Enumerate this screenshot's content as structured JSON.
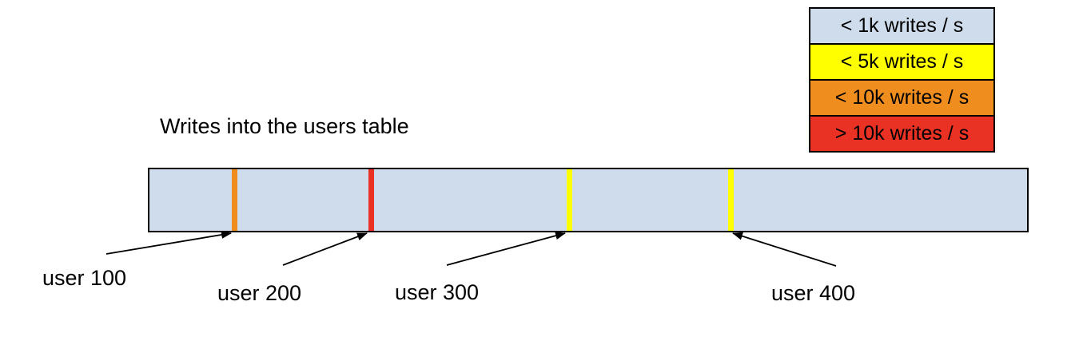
{
  "title": "Writes into the users table",
  "legend": {
    "items": [
      {
        "label": "< 1k writes / s",
        "color": "#cfdcec"
      },
      {
        "label": "< 5k writes / s",
        "color": "#ffff00"
      },
      {
        "label": "< 10k writes / s",
        "color": "#ef8d1f"
      },
      {
        "label": "> 10k writes / s",
        "color": "#e93223"
      }
    ]
  },
  "bar": {
    "fill": "#cfdcec",
    "border_color": "#000000",
    "markers": [
      {
        "user": "user 100",
        "color": "#ef8d1f"
      },
      {
        "user": "user 200",
        "color": "#e93223"
      },
      {
        "user": "user 300",
        "color": "#ffff00"
      },
      {
        "user": "user 400",
        "color": "#ffff00"
      }
    ]
  }
}
